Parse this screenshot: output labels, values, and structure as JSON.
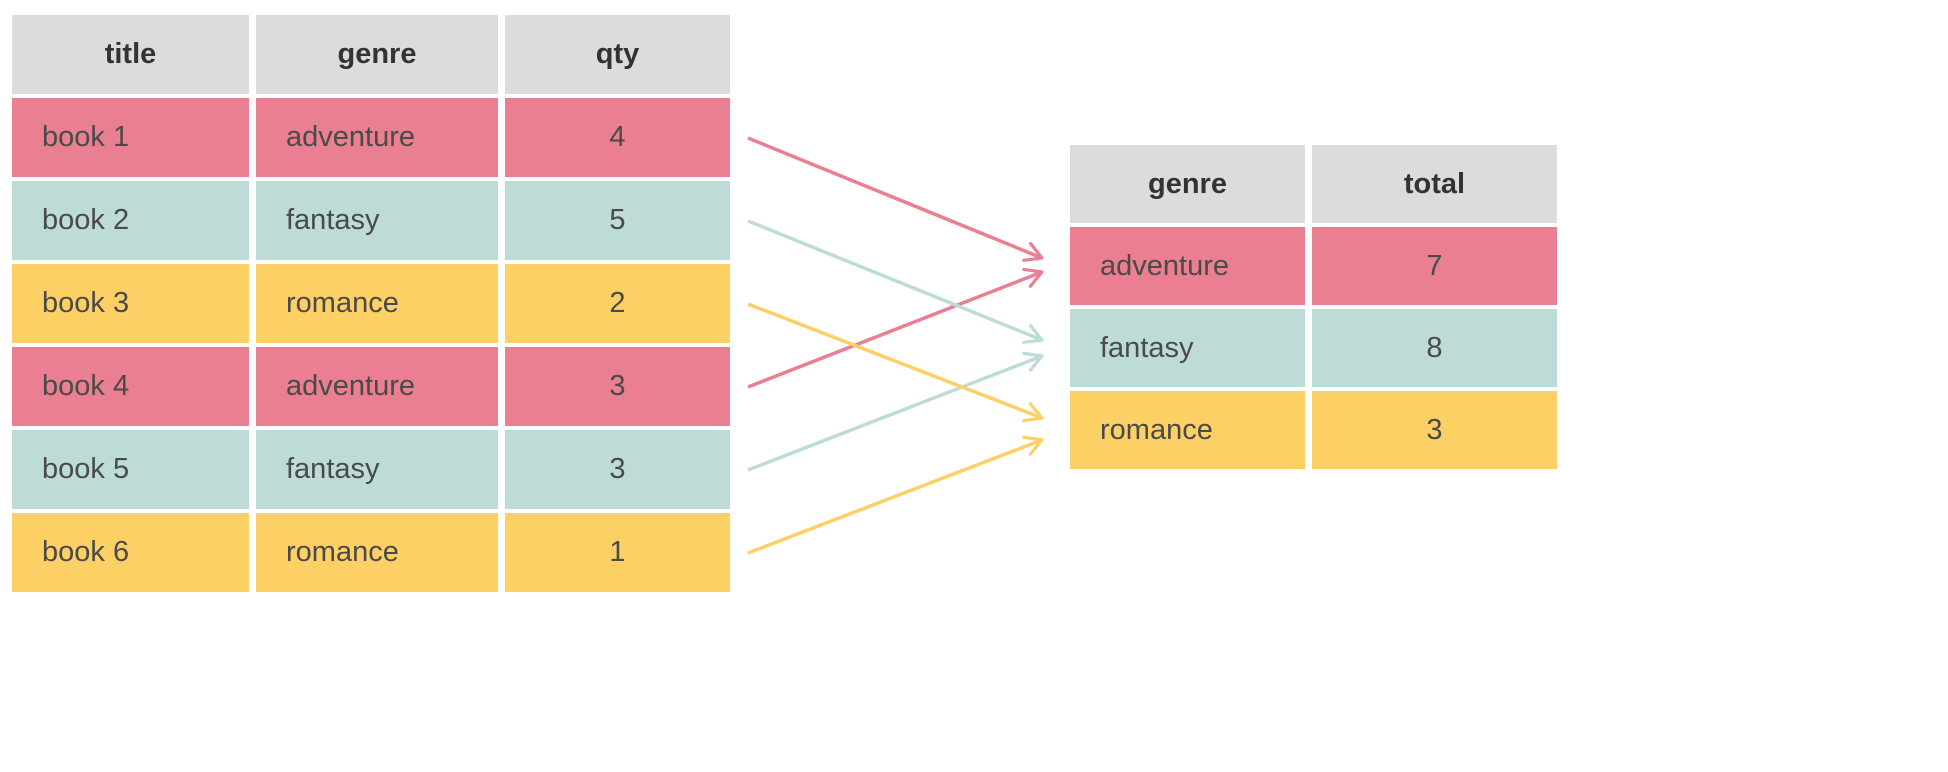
{
  "left_table": {
    "headers": {
      "title": "title",
      "genre": "genre",
      "qty": "qty"
    },
    "rows": [
      {
        "title": "book 1",
        "genre": "adventure",
        "qty": "4"
      },
      {
        "title": "book 2",
        "genre": "fantasy",
        "qty": "5"
      },
      {
        "title": "book 3",
        "genre": "romance",
        "qty": "2"
      },
      {
        "title": "book 4",
        "genre": "adventure",
        "qty": "3"
      },
      {
        "title": "book 5",
        "genre": "fantasy",
        "qty": "3"
      },
      {
        "title": "book 6",
        "genre": "romance",
        "qty": "1"
      }
    ]
  },
  "right_table": {
    "headers": {
      "genre": "genre",
      "total": "total"
    },
    "rows": [
      {
        "genre": "adventure",
        "total": "7"
      },
      {
        "genre": "fantasy",
        "total": "8"
      },
      {
        "genre": "romance",
        "total": "3"
      }
    ]
  },
  "arrows": [
    {
      "from": "book 1",
      "to": "adventure"
    },
    {
      "from": "book 2",
      "to": "fantasy"
    },
    {
      "from": "book 3",
      "to": "romance"
    },
    {
      "from": "book 4",
      "to": "adventure"
    },
    {
      "from": "book 5",
      "to": "fantasy"
    },
    {
      "from": "book 6",
      "to": "romance"
    }
  ],
  "colors": {
    "adventure": "#e97f90",
    "fantasy": "#bddcd8",
    "romance": "#fcd064",
    "header_bg": "#dcdcdc"
  }
}
